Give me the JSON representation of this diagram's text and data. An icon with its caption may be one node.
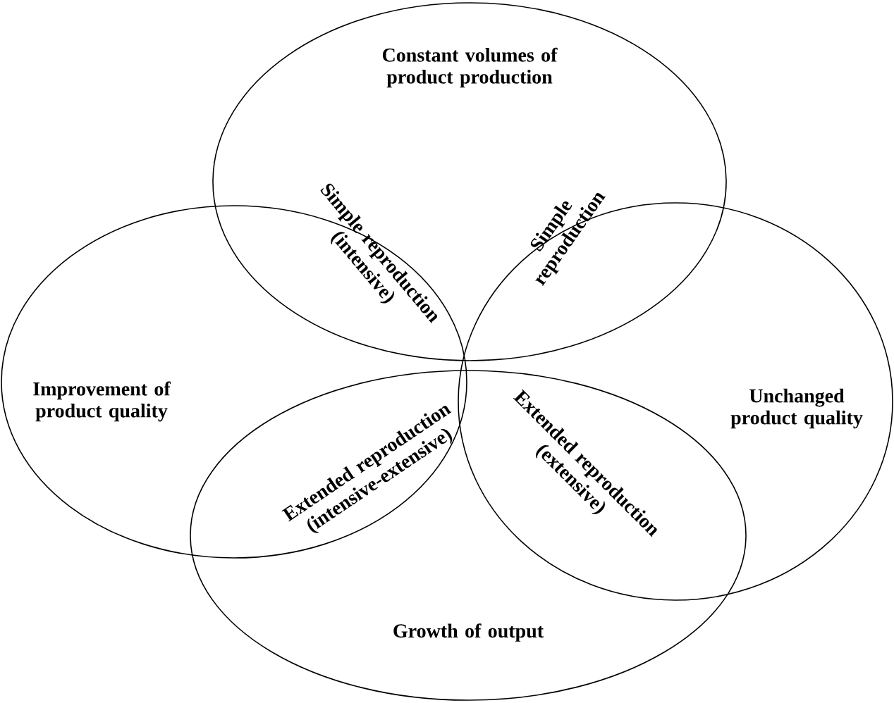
{
  "diagram": {
    "nodes": [
      {
        "text": [
          "Constant volumes of product production"
        ]
      },
      {
        "text": [
          "Improvement of product quality"
        ]
      },
      {
        "text": [
          "Unchanged product quality"
        ]
      },
      {
        "text": [
          "Growth of output"
        ]
      }
    ],
    "labels": [
      "Simple reproduction (intensive)",
      "Simple reproduction",
      "Extended reproduction (intensive-extensive)",
      "Extended reproduction (extensive)"
    ]
  }
}
